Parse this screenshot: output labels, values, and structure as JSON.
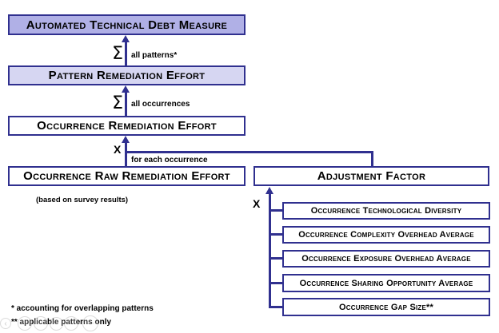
{
  "colors": {
    "line_and_border": "#30308f",
    "top_box_fill": "#b0b0e6",
    "second_box_fill": "#d6d6f2",
    "plain_box_fill": "#ffffff"
  },
  "diagram": {
    "boxes": {
      "automated_technical_debt_measure": "Automated Technical Debt Measure",
      "pattern_remediation_effort": "Pattern Remediation Effort",
      "occurrence_remediation_effort": "Occurrence Remediation Effort",
      "occurrence_raw_remediation_effort": "Occurrence Raw Remediation Effort",
      "adjustment_factor": "Adjustment Factor",
      "factors": [
        "Occurrence Technological Diversity",
        "Occurrence Complexity Overhead Average",
        "Occurrence Exposure Overhead Average",
        "Occurrence Sharing Opportunity Average",
        "Occurrence Gap Size**"
      ]
    },
    "operators": {
      "sum_patterns": {
        "symbol": "Σ",
        "label": "all patterns*"
      },
      "sum_occurrences": {
        "symbol": "Σ",
        "label": "all occurrences"
      },
      "multiply_occurrence": {
        "symbol": "X",
        "label": "for each occurrence"
      },
      "multiply_factors": {
        "symbol": "X",
        "label": ""
      }
    },
    "note": "(based on survey results)",
    "footnotes": [
      "* accounting for overlapping patterns",
      "** applicable patterns only"
    ]
  },
  "presenter_toolbar": {
    "items": [
      {
        "name": "previous",
        "glyph": "‹"
      },
      {
        "name": "next",
        "glyph": ""
      },
      {
        "name": "pen",
        "glyph": ""
      },
      {
        "name": "all-slides",
        "glyph": ""
      },
      {
        "name": "zoom",
        "glyph": ""
      },
      {
        "name": "more",
        "glyph": "⋯"
      }
    ]
  }
}
